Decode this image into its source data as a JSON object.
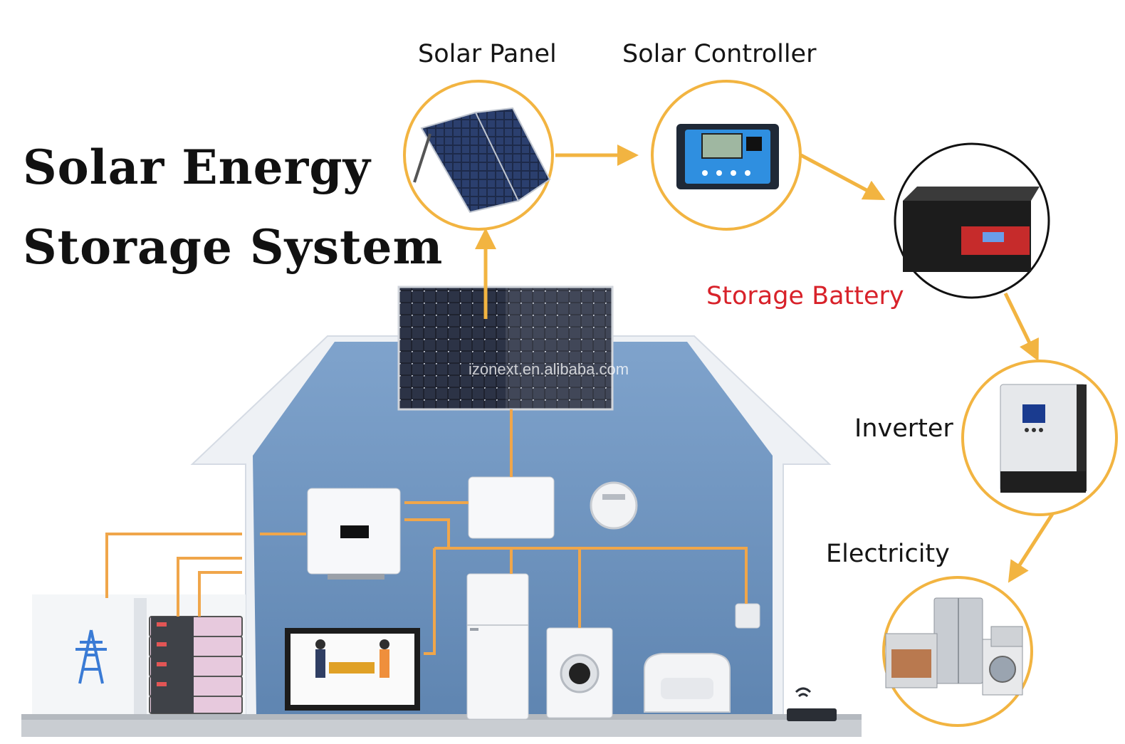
{
  "title": {
    "line1": "Solar Energy",
    "line2": "Storage System"
  },
  "components": {
    "solar_panel": "Solar Panel",
    "solar_controller": "Solar Controller",
    "storage_battery": "Storage Battery",
    "inverter": "Inverter",
    "electricity": "Electricity"
  },
  "watermark": "izonext.en.alibaba.com",
  "colors": {
    "arrow": "#f2b441",
    "wire": "#f0a64a",
    "house_wall": "#6e93bd",
    "storage_battery_label": "#d8222a"
  }
}
